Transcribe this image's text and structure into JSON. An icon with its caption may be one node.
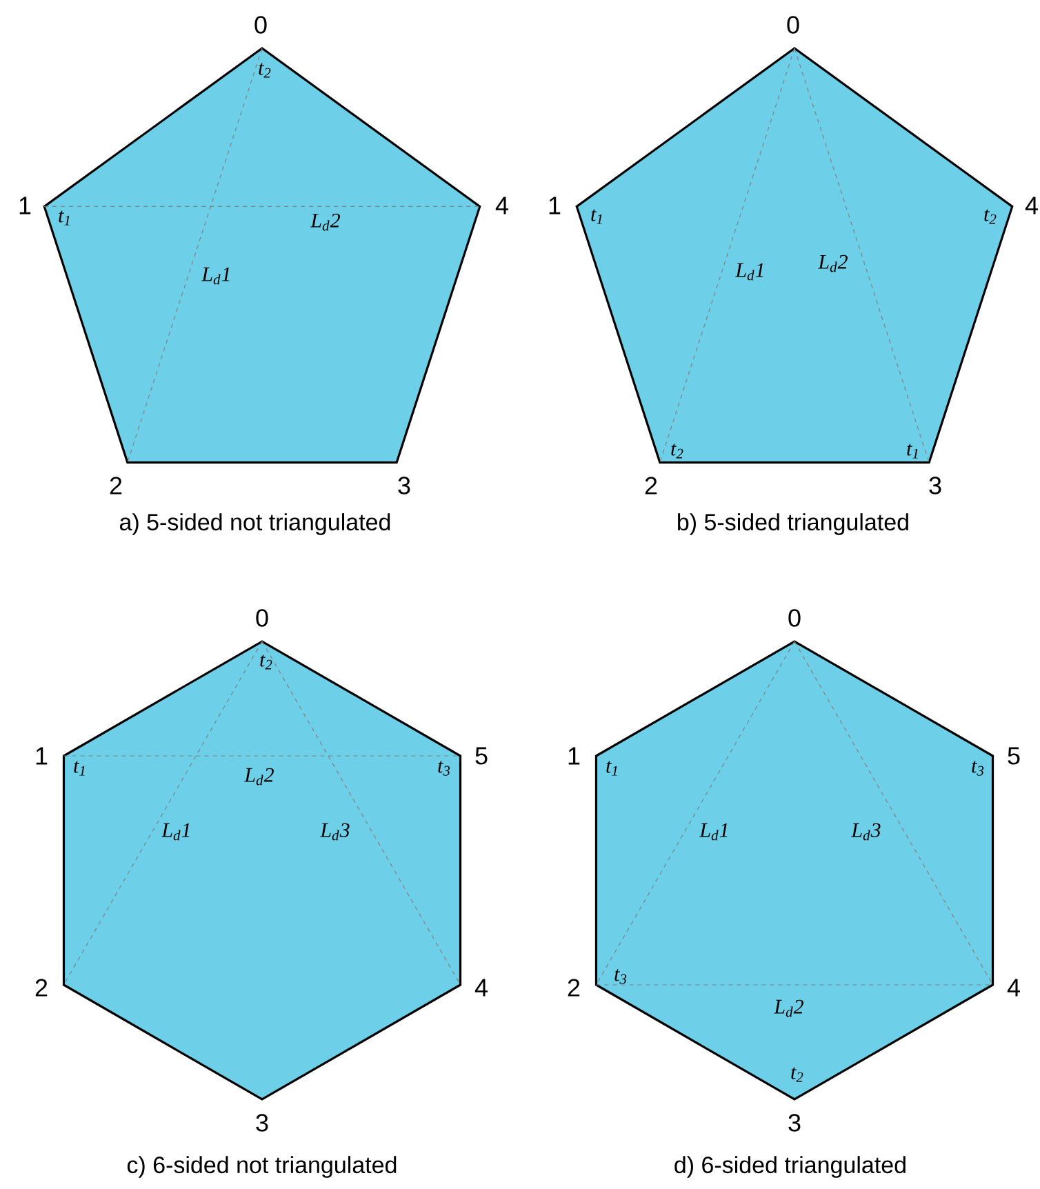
{
  "diagram": {
    "nodes": [
      {
        "text": [],
        "shape": "pentagon",
        "beside": [
          "a) 5-sided not triangulated"
        ]
      },
      {
        "text": [],
        "shape": "pentagon",
        "beside": [
          "b) 5-sided triangulated"
        ]
      },
      {
        "text": [],
        "shape": "hexagon",
        "beside": [
          "c) 6-sided not triangulated"
        ]
      },
      {
        "text": [],
        "shape": "hexagon",
        "beside": [
          "d) 6-sided triangulated"
        ]
      }
    ],
    "edges": [],
    "labels": [
      "0",
      "t$_{2}$",
      "1",
      "t$_{1}$",
      "L$_{d}$2",
      "4",
      "L$_{d}$1",
      "2",
      "3",
      "0",
      "1",
      "t$_{1}$",
      "t$_{2}$",
      "4",
      "L$_{d}$2",
      "L$_{d}$1",
      "t$_{2}$",
      "t$_{1}$",
      "2",
      "3",
      "0",
      "t$_{2}$",
      "1",
      "t$_{1}$",
      "L$_{d}$2",
      "t$_{3}$",
      "5",
      "L$_{d}$1",
      "L$_{d}$3",
      "2",
      "4",
      "3",
      "0",
      "1",
      "t$_{1}$",
      "t$_{3}$",
      "5",
      "L$_{d}$1",
      "L$_{d}$3",
      "t$_{3}$",
      "2",
      "4",
      "L$_{d}$2",
      "t$_{2}$",
      "3"
    ]
  }
}
